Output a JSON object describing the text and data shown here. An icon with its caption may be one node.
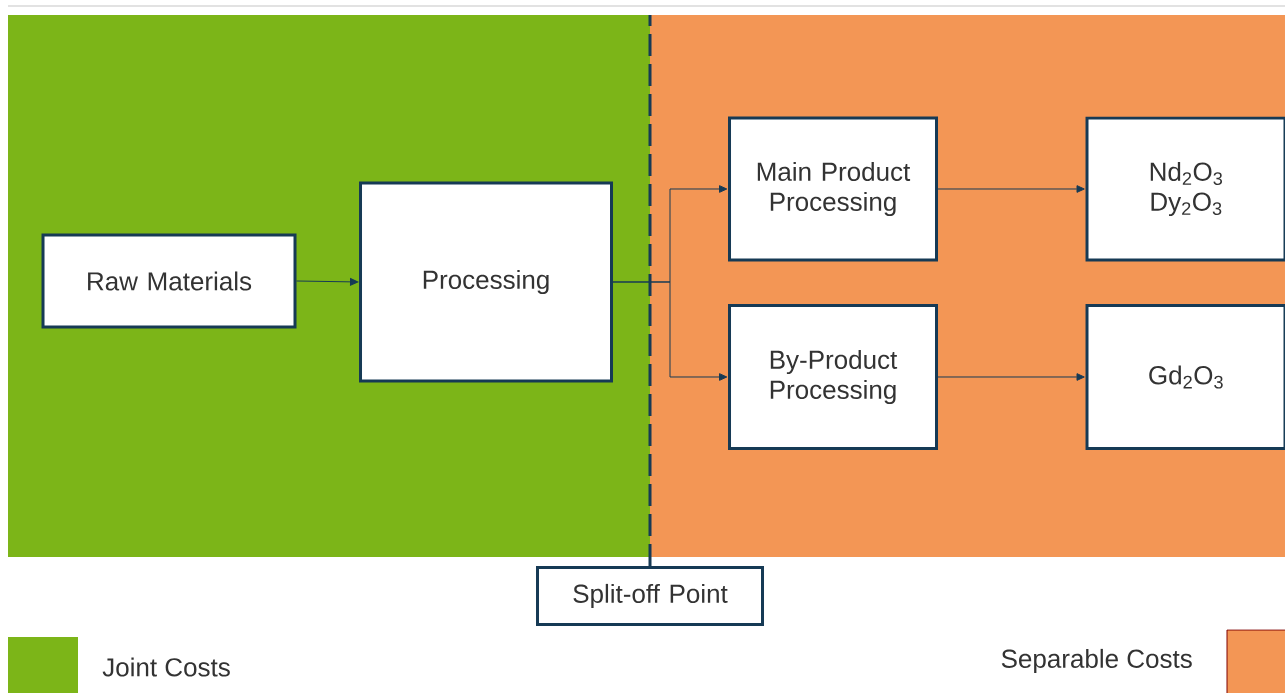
{
  "diagram": {
    "nodes": [
      {
        "text": [
          "Raw Materials"
        ]
      },
      {
        "text": [
          "Processing"
        ]
      },
      {
        "text": [
          "Main Product Processing"
        ]
      },
      {
        "text": [
          "Nd$_{2}$O$_{3}$ Dy$_{2}$O$_{3}$"
        ]
      },
      {
        "text": [
          "By-Product Processing"
        ]
      },
      {
        "text": [
          "Gd$_{2}$O$_{3}$"
        ]
      },
      {
        "text": [
          "Split-off Point"
        ]
      }
    ],
    "edges": [
      {
        "from": 0,
        "to": 1,
        "arrow": "to"
      },
      {
        "from": 1,
        "to": 2,
        "arrow": "to"
      },
      {
        "from": 1,
        "to": 4,
        "arrow": "to"
      },
      {
        "from": 2,
        "to": 3,
        "arrow": "to"
      },
      {
        "from": 4,
        "to": 5,
        "arrow": "to"
      },
      {
        "from": 6,
        "to": null,
        "arrow": "none",
        "style": "dashed"
      }
    ],
    "legend": [
      {
        "text": "Joint Costs",
        "color": "#7cb518"
      },
      {
        "text": "Separable Costs",
        "color": "#f39655"
      }
    ]
  }
}
